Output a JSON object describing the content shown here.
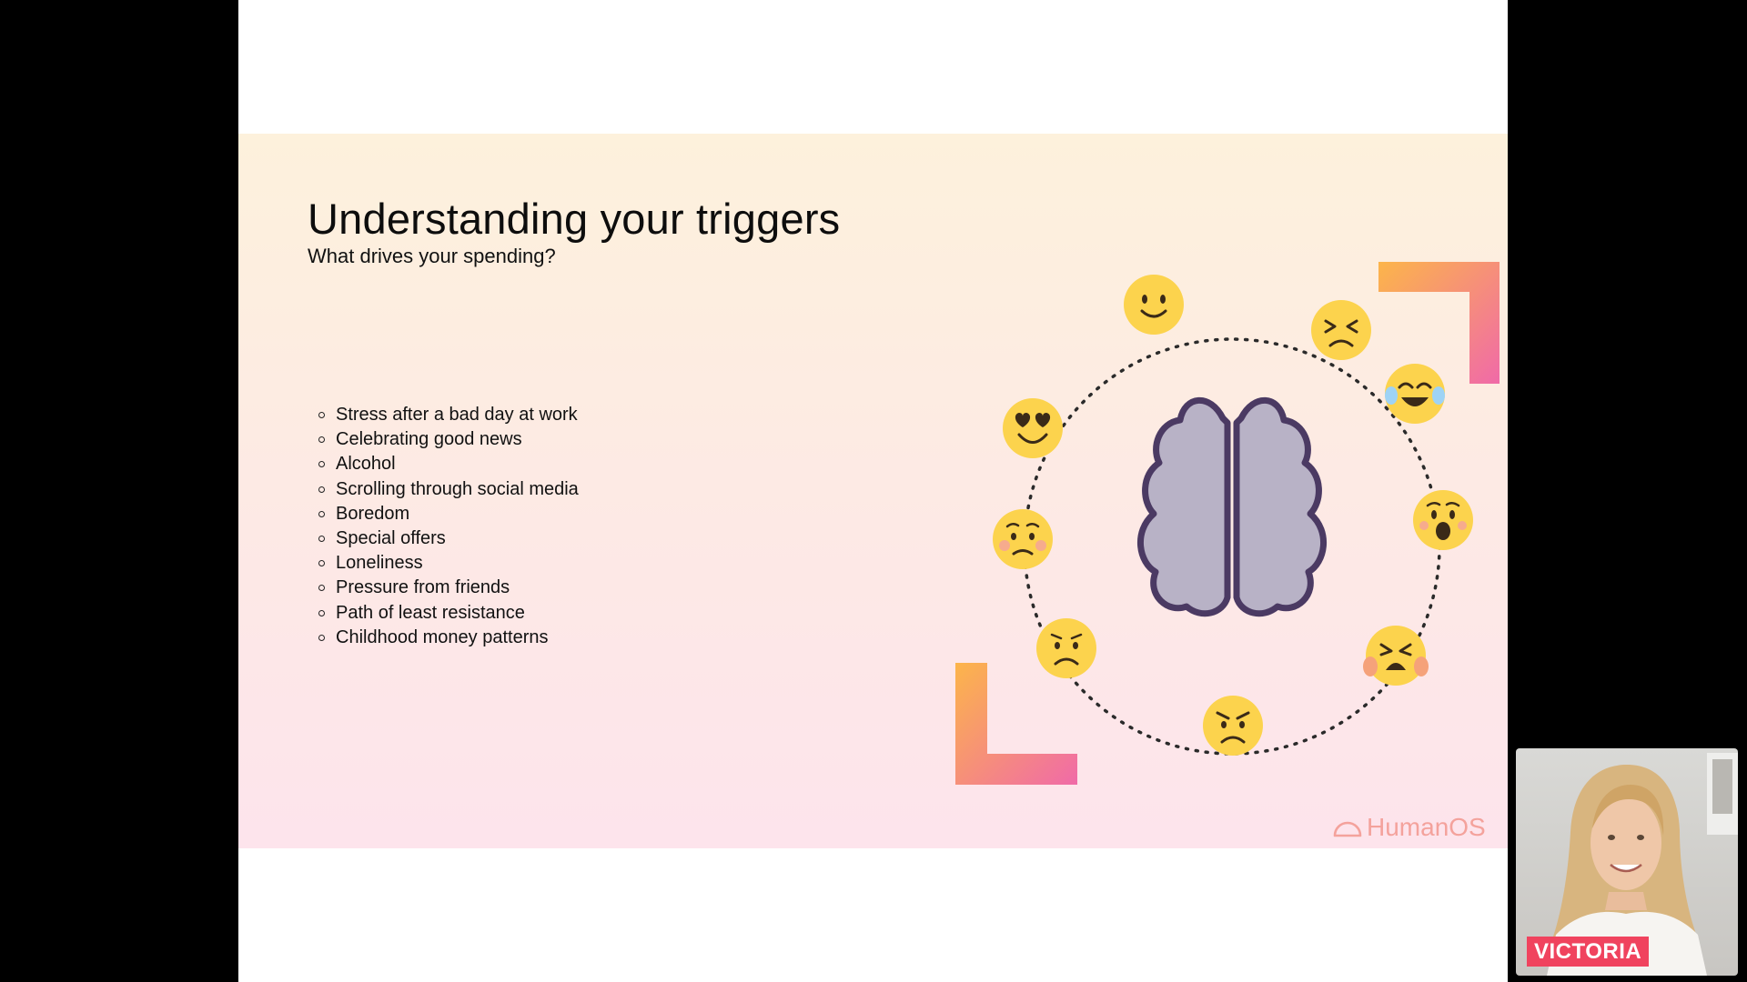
{
  "slide": {
    "title": "Understanding your triggers",
    "subtitle": "What drives your spending?",
    "triggers": [
      "Stress after a bad day at work",
      "Celebrating good news",
      "Alcohol",
      "Scrolling through social media",
      "Boredom",
      "Special offers",
      "Loneliness",
      "Pressure from friends",
      "Path of least resistance",
      "Childhood money patterns"
    ],
    "brand": "HumanOS"
  },
  "illustration": {
    "center_icon": "brain-icon",
    "emojis": [
      "smiling-face-icon",
      "tired-face-icon",
      "tears-of-joy-face-icon",
      "surprised-face-icon",
      "screaming-face-icon",
      "angry-face-icon",
      "frowning-face-icon",
      "pleading-face-icon",
      "heart-eyes-face-icon"
    ]
  },
  "webcam": {
    "participant_name": "VICTORIA"
  },
  "colors": {
    "slide_bg_top": "#fdf1dc",
    "slide_bg_bottom": "#fde4ec",
    "accent_orange": "#fcb54a",
    "accent_pink": "#f06aa8",
    "emoji_yellow": "#fcd34d",
    "brain_fill": "#b8b2c6",
    "brain_outline": "#4b3a63",
    "name_tag": "#f0435e"
  }
}
